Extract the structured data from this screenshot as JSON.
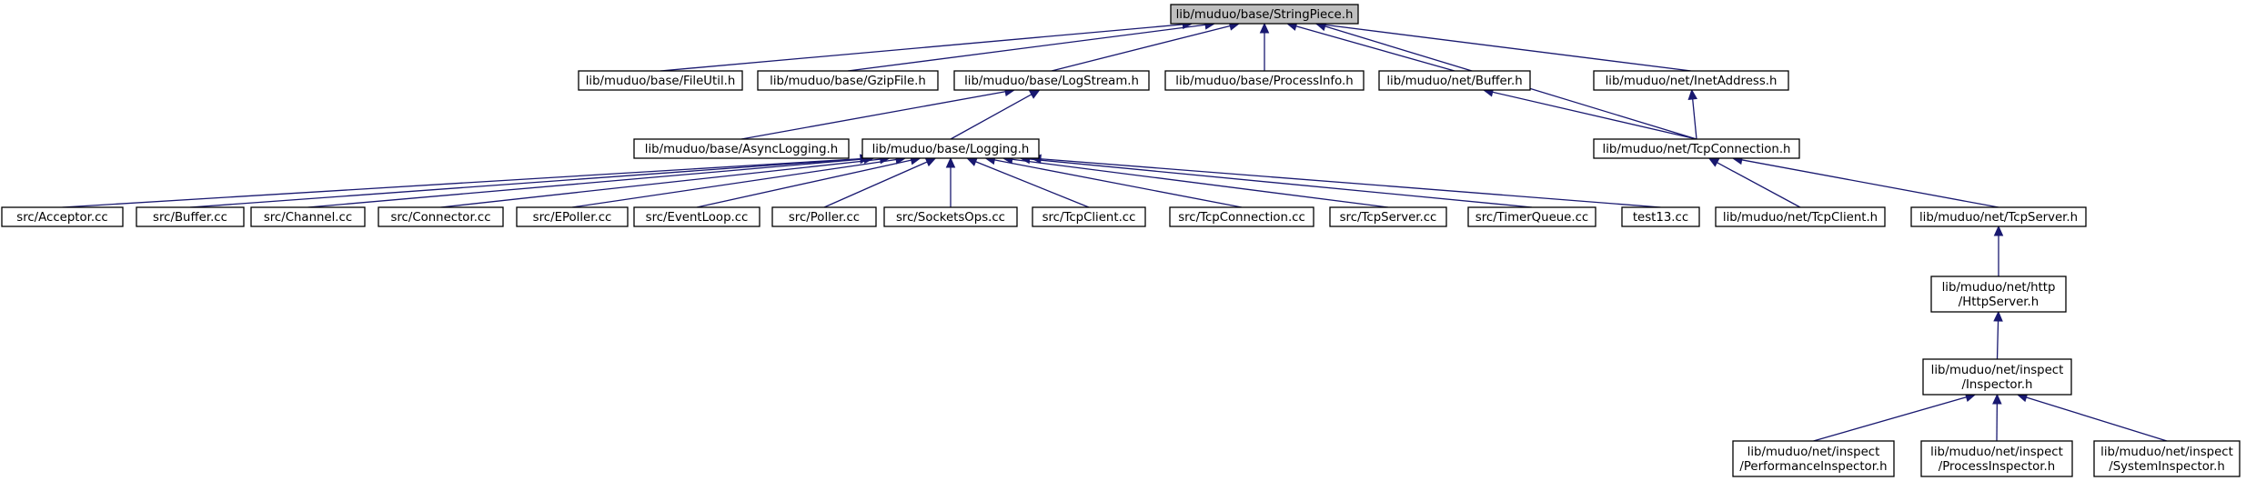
{
  "diagram": {
    "kind": "include-dependency-graph",
    "root": "lib/muduo/base/StringPiece.h",
    "colors": {
      "edge": "#191970",
      "root_fill": "#bfbfbf",
      "node_fill": "#ffffff",
      "node_border": "#000000"
    },
    "nodes": [
      {
        "id": "stringpiece",
        "lines": [
          "lib/muduo/base/StringPiece.h"
        ],
        "root": true
      },
      {
        "id": "fileutil",
        "lines": [
          "lib/muduo/base/FileUtil.h"
        ]
      },
      {
        "id": "gzipfile",
        "lines": [
          "lib/muduo/base/GzipFile.h"
        ]
      },
      {
        "id": "logstream",
        "lines": [
          "lib/muduo/base/LogStream.h"
        ]
      },
      {
        "id": "processinfo",
        "lines": [
          "lib/muduo/base/ProcessInfo.h"
        ]
      },
      {
        "id": "buffer_h",
        "lines": [
          "lib/muduo/net/Buffer.h"
        ]
      },
      {
        "id": "inetaddress",
        "lines": [
          "lib/muduo/net/InetAddress.h"
        ]
      },
      {
        "id": "asynclogging",
        "lines": [
          "lib/muduo/base/AsyncLogging.h"
        ]
      },
      {
        "id": "logging",
        "lines": [
          "lib/muduo/base/Logging.h"
        ]
      },
      {
        "id": "tcpconnection_h",
        "lines": [
          "lib/muduo/net/TcpConnection.h"
        ]
      },
      {
        "id": "acceptor",
        "lines": [
          "src/Acceptor.cc"
        ]
      },
      {
        "id": "buffer_cc",
        "lines": [
          "src/Buffer.cc"
        ]
      },
      {
        "id": "channel",
        "lines": [
          "src/Channel.cc"
        ]
      },
      {
        "id": "connector",
        "lines": [
          "src/Connector.cc"
        ]
      },
      {
        "id": "epoller",
        "lines": [
          "src/EPoller.cc"
        ]
      },
      {
        "id": "eventloop",
        "lines": [
          "src/EventLoop.cc"
        ]
      },
      {
        "id": "poller",
        "lines": [
          "src/Poller.cc"
        ]
      },
      {
        "id": "socketsops",
        "lines": [
          "src/SocketsOps.cc"
        ]
      },
      {
        "id": "tcpclient_cc",
        "lines": [
          "src/TcpClient.cc"
        ]
      },
      {
        "id": "tcpconnection_cc",
        "lines": [
          "src/TcpConnection.cc"
        ]
      },
      {
        "id": "tcpserver_cc",
        "lines": [
          "src/TcpServer.cc"
        ]
      },
      {
        "id": "timerqueue",
        "lines": [
          "src/TimerQueue.cc"
        ]
      },
      {
        "id": "test13",
        "lines": [
          "test13.cc"
        ]
      },
      {
        "id": "tcpclient_h",
        "lines": [
          "lib/muduo/net/TcpClient.h"
        ]
      },
      {
        "id": "tcpserver_h",
        "lines": [
          "lib/muduo/net/TcpServer.h"
        ]
      },
      {
        "id": "httpserver",
        "lines": [
          "lib/muduo/net/http",
          "/HttpServer.h"
        ]
      },
      {
        "id": "inspector",
        "lines": [
          "lib/muduo/net/inspect",
          "/Inspector.h"
        ]
      },
      {
        "id": "perfinspector",
        "lines": [
          "lib/muduo/net/inspect",
          "/PerformanceInspector.h"
        ]
      },
      {
        "id": "procinspector",
        "lines": [
          "lib/muduo/net/inspect",
          "/ProcessInspector.h"
        ]
      },
      {
        "id": "sysinspector",
        "lines": [
          "lib/muduo/net/inspect",
          "/SystemInspector.h"
        ]
      }
    ],
    "edges": [
      {
        "from": "fileutil",
        "to": "stringpiece"
      },
      {
        "from": "gzipfile",
        "to": "stringpiece"
      },
      {
        "from": "logstream",
        "to": "stringpiece"
      },
      {
        "from": "processinfo",
        "to": "stringpiece"
      },
      {
        "from": "buffer_h",
        "to": "stringpiece"
      },
      {
        "from": "inetaddress",
        "to": "stringpiece"
      },
      {
        "from": "tcpconnection_h",
        "to": "stringpiece"
      },
      {
        "from": "asynclogging",
        "to": "logstream"
      },
      {
        "from": "logging",
        "to": "logstream"
      },
      {
        "from": "tcpconnection_h",
        "to": "buffer_h"
      },
      {
        "from": "tcpconnection_h",
        "to": "inetaddress"
      },
      {
        "from": "acceptor",
        "to": "logging"
      },
      {
        "from": "buffer_cc",
        "to": "logging"
      },
      {
        "from": "channel",
        "to": "logging"
      },
      {
        "from": "connector",
        "to": "logging"
      },
      {
        "from": "epoller",
        "to": "logging"
      },
      {
        "from": "eventloop",
        "to": "logging"
      },
      {
        "from": "poller",
        "to": "logging"
      },
      {
        "from": "socketsops",
        "to": "logging"
      },
      {
        "from": "tcpclient_cc",
        "to": "logging"
      },
      {
        "from": "tcpconnection_cc",
        "to": "logging"
      },
      {
        "from": "tcpserver_cc",
        "to": "logging"
      },
      {
        "from": "timerqueue",
        "to": "logging"
      },
      {
        "from": "test13",
        "to": "logging"
      },
      {
        "from": "tcpclient_h",
        "to": "tcpconnection_h"
      },
      {
        "from": "tcpserver_h",
        "to": "tcpconnection_h"
      },
      {
        "from": "httpserver",
        "to": "tcpserver_h"
      },
      {
        "from": "inspector",
        "to": "httpserver"
      },
      {
        "from": "perfinspector",
        "to": "inspector"
      },
      {
        "from": "procinspector",
        "to": "inspector"
      },
      {
        "from": "sysinspector",
        "to": "inspector"
      }
    ]
  }
}
